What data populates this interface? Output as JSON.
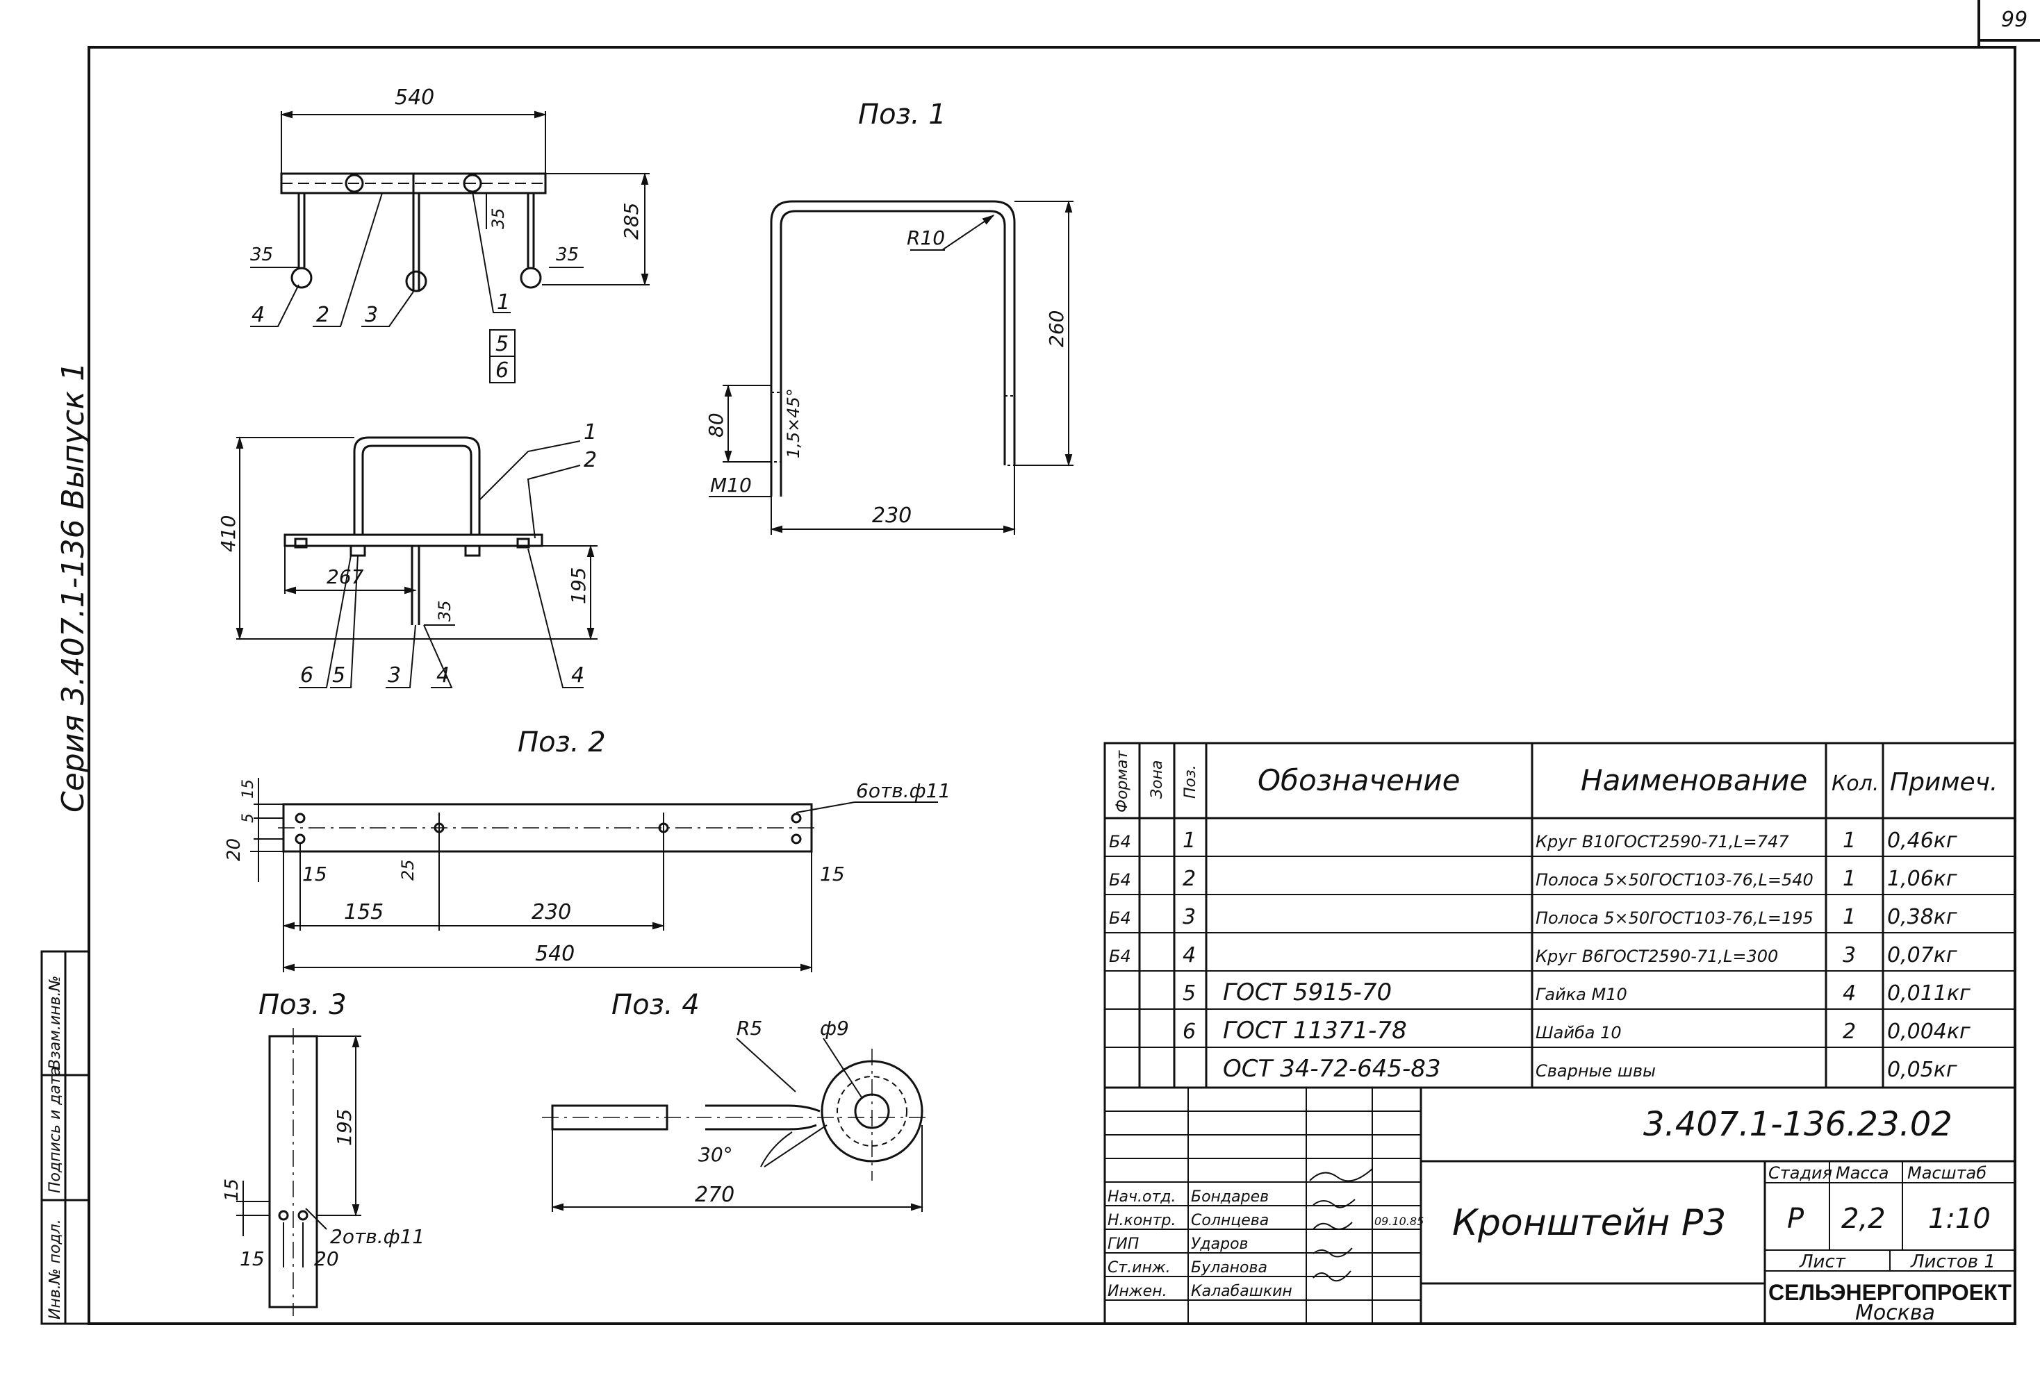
{
  "sheet": {
    "page_number": "99",
    "side_label": "Серия 3.407.1-136 Выпуск 1",
    "stamp_cells": [
      "Инв.№ подл.",
      "Подпись и дата",
      "Взам.инв.№"
    ]
  },
  "drawing": {
    "assembly": {
      "dim_540": "540",
      "dim_35a": "35",
      "dim_35b": "35",
      "dim_35c": "35",
      "dim_285": "285",
      "dim_410": "410",
      "dim_267": "267",
      "dim_195": "195",
      "dim_35d": "35",
      "callouts_top": [
        "4",
        "2",
        "3",
        "1",
        "5",
        "6"
      ],
      "callouts_bottom": [
        "1",
        "2",
        "6",
        "5",
        "3",
        "4",
        "4"
      ]
    },
    "pos1": {
      "title": "Поз. 1",
      "r10": "R10",
      "dim_260": "260",
      "dim_80": "80",
      "chamfer": "1,5×45°",
      "m10": "M10",
      "dim_230": "230"
    },
    "pos2": {
      "title": "Поз. 2",
      "holes": "6отв.ф11",
      "d15a": "15",
      "d5": "5",
      "d20": "20",
      "d15b": "15",
      "d25": "25",
      "d15c": "15",
      "d155": "155",
      "d230": "230",
      "d540": "540"
    },
    "pos3": {
      "title": "Поз. 3",
      "d195": "195",
      "d15a": "15",
      "d15b": "15",
      "d20": "20",
      "holes": "2отв.ф11"
    },
    "pos4": {
      "title": "Поз. 4",
      "r5": "R5",
      "d9": "ф9",
      "angle": "30°",
      "d270": "270"
    }
  },
  "spec_table": {
    "headers": [
      "Формат",
      "Зона",
      "Поз.",
      "Обозначение",
      "Наименование",
      "Кол.",
      "Примеч."
    ],
    "rows": [
      [
        "Б4",
        "",
        "1",
        "",
        "Круг В10ГОСТ2590-71,L=747",
        "1",
        "0,46кг"
      ],
      [
        "Б4",
        "",
        "2",
        "",
        "Полоса 5×50ГОСТ103-76,L=540",
        "1",
        "1,06кг"
      ],
      [
        "Б4",
        "",
        "3",
        "",
        "Полоса 5×50ГОСТ103-76,L=195",
        "1",
        "0,38кг"
      ],
      [
        "Б4",
        "",
        "4",
        "",
        "Круг В6ГОСТ2590-71,L=300",
        "3",
        "0,07кг"
      ],
      [
        "",
        "",
        "5",
        "ГОСТ 5915-70",
        "Гайка М10",
        "4",
        "0,011кг"
      ],
      [
        "",
        "",
        "6",
        "ГОСТ 11371-78",
        "Шайба 10",
        "2",
        "0,004кг"
      ],
      [
        "",
        "",
        "",
        "ОСТ 34-72-645-83",
        "Сварные швы",
        "",
        "0,05кг"
      ]
    ]
  },
  "title_block": {
    "doc_number": "3.407.1-136.23.02",
    "name": "Кронштейн Р3",
    "stage_label": "Стадия",
    "mass_label": "Масса",
    "scale_label": "Масштаб",
    "stage": "Р",
    "mass": "2,2",
    "scale": "1:10",
    "sheet_label": "Лист",
    "sheets_label": "Листов 1",
    "org": "СЕЛЬЭНЕРГОПРОЕКТ",
    "city": "Москва",
    "staff": [
      {
        "role": "Нач.отд.",
        "name": "Бондарев",
        "date": ""
      },
      {
        "role": "Н.контр.",
        "name": "Солнцева",
        "date": "09.10.85"
      },
      {
        "role": "ГИП",
        "name": "Ударов",
        "date": ""
      },
      {
        "role": "Ст.инж.",
        "name": "Буланова",
        "date": ""
      },
      {
        "role": "Инжен.",
        "name": "Калабашкин",
        "date": ""
      }
    ]
  }
}
